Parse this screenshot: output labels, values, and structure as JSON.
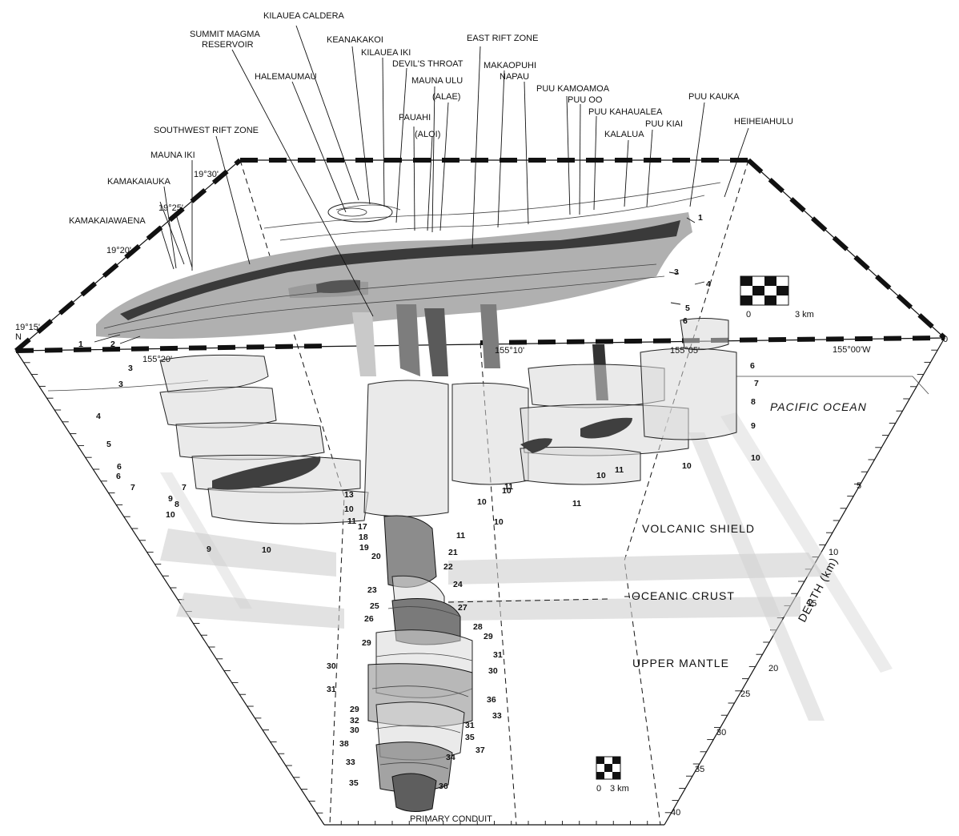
{
  "title_labels": {
    "kilauea_caldera": "KILAUEA CALDERA",
    "summit_magma_reservoir_1": "SUMMIT MAGMA",
    "summit_magma_reservoir_2": "RESERVOIR",
    "keanakakoi": "KEANAKAKOI",
    "kilauea_iki": "KILAUEA IKI",
    "east_rift_zone": "EAST RIFT ZONE",
    "halemaumau": "HALEMAUMAU",
    "devils_throat": "DEVIL'S THROAT",
    "mauna_ulu": "MAUNA ULU",
    "makaopuhi": "MAKAOPUHI",
    "napau": "NAPAU",
    "alae": "(ALAE)",
    "puu_kamoamoa": "PUU KAMOAMOA",
    "puu_oo": "PUU OO",
    "puu_kahaualea": "PUU KAHAUALEA",
    "pauahi": "PAUAHI",
    "aloi": "(ALOI)",
    "puu_kauka": "PUU KAUKA",
    "heiheiahulu": "HEIHEIAHULU",
    "puu_kiai": "PUU KIAI",
    "kalalua": "KALALUA",
    "southwest_rift_zone": "SOUTHWEST RIFT ZONE",
    "mauna_iki": "MAUNA IKI",
    "kamakaiauka": "KAMAKAIAUKA",
    "kamakaiawaena": "KAMAKAIAWAENA"
  },
  "coordinates": {
    "lat_19_30": "19°30'",
    "lat_19_25": "19°25'",
    "lat_19_20": "19°20'",
    "lat_19_15": "19°15'",
    "lat_n": "N",
    "lon_155_20": "155°20'",
    "lon_155_10": "155°10'",
    "lon_155_05": "155°05'",
    "lon_155_00": "155°00'W"
  },
  "scale_top": {
    "zero": "0",
    "dist": "3 km"
  },
  "scale_bottom": {
    "zero": "0",
    "dist": "3 km"
  },
  "regions": {
    "pacific_ocean": "PACIFIC OCEAN",
    "volcanic_shield": "VOLCANIC SHIELD",
    "oceanic_crust": "OCEANIC CRUST",
    "upper_mantle": "UPPER MANTLE",
    "primary_conduit": "PRIMARY CONDUIT"
  },
  "depth_axis": {
    "label": "DEPTH (km)",
    "top_zero": "0",
    "ticks": [
      "5",
      "10",
      "15",
      "20",
      "25",
      "30",
      "35",
      "40"
    ]
  },
  "zone_numbers": {
    "n_1a": "1",
    "n_1b": "1",
    "n_2": "2",
    "n_3a": "3",
    "n_3b": "3",
    "n_3c": "3",
    "n_4a": "4",
    "n_4b": "4",
    "n_5a": "5",
    "n_5b": "5",
    "n_6a": "6",
    "n_6b": "6",
    "n_6c": "6",
    "n_6d": "6",
    "n_7a": "7",
    "n_7b": "7",
    "n_7c": "7",
    "n_8a": "8",
    "n_8b": "8",
    "n_9a": "9",
    "n_9b": "9",
    "n_9c": "9",
    "n_10a": "10",
    "n_10b": "10",
    "n_10c": "10",
    "n_10d": "10",
    "n_10e": "10",
    "n_10f": "10",
    "n_10g": "10",
    "n_10h": "10",
    "n_10i": "10",
    "n_11a": "11",
    "n_11b": "11",
    "n_11c": "11",
    "n_11d": "11",
    "n_11e": "11",
    "n_13": "13",
    "n_17": "17",
    "n_18": "18",
    "n_19": "19",
    "n_20": "20",
    "n_21": "21",
    "n_22": "22",
    "n_23": "23",
    "n_24": "24",
    "n_25": "25",
    "n_26": "26",
    "n_27": "27",
    "n_28": "28",
    "n_29a": "29",
    "n_29b": "29",
    "n_29c": "29",
    "n_30a": "30",
    "n_30b": "30",
    "n_30c": "30",
    "n_31a": "31",
    "n_31b": "31",
    "n_31c": "31",
    "n_32": "32",
    "n_33a": "33",
    "n_33b": "33",
    "n_34": "34",
    "n_35a": "35",
    "n_35b": "35",
    "n_36a": "36",
    "n_36b": "36",
    "n_37": "37",
    "n_38": "38"
  }
}
